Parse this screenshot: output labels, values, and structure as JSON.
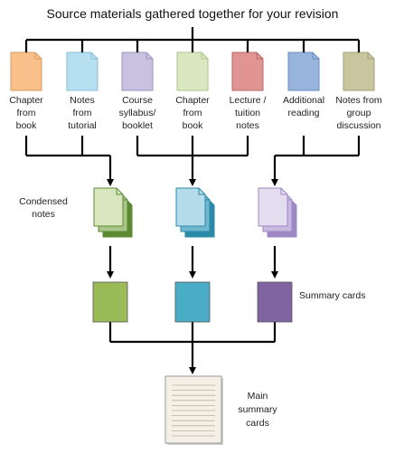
{
  "title": "Source materials gathered together for your revision",
  "sources": [
    {
      "lines": [
        "Chapter",
        "from",
        "book"
      ],
      "color": "#f9c08c",
      "stroke": "#d99a60"
    },
    {
      "lines": [
        "Notes",
        "from",
        "tutorial"
      ],
      "color": "#b6dff0",
      "stroke": "#86bdd6"
    },
    {
      "lines": [
        "Course",
        "syllabus/",
        "booklet"
      ],
      "color": "#c9c1e0",
      "stroke": "#9d93c0"
    },
    {
      "lines": [
        "Chapter",
        "from",
        "book"
      ],
      "color": "#d9e8c1",
      "stroke": "#aac48a"
    },
    {
      "lines": [
        "Lecture /",
        "tuition",
        "notes"
      ],
      "color": "#e09593",
      "stroke": "#b86764"
    },
    {
      "lines": [
        "Additional",
        "reading"
      ],
      "color": "#97b4dc",
      "stroke": "#6a8cbf"
    },
    {
      "lines": [
        "Notes from",
        "group",
        "discussion"
      ],
      "color": "#c9c59f",
      "stroke": "#a39f76"
    }
  ],
  "condensed_label": [
    "Condensed",
    "notes"
  ],
  "condensed": [
    {
      "front": "#d8e7c0",
      "back": "#5c8a32",
      "mid": "#a9c58a"
    },
    {
      "front": "#b5dcea",
      "back": "#2a8aa8",
      "mid": "#6fb6cf"
    },
    {
      "front": "#e4ddf0",
      "back": "#9d88c4",
      "mid": "#c6b8de"
    }
  ],
  "summary_label": "Summary cards",
  "summary": [
    {
      "color": "#9bbb59"
    },
    {
      "color": "#4bacc6"
    },
    {
      "color": "#8064a2"
    }
  ],
  "main_label": [
    "Main",
    "summary",
    "cards"
  ]
}
